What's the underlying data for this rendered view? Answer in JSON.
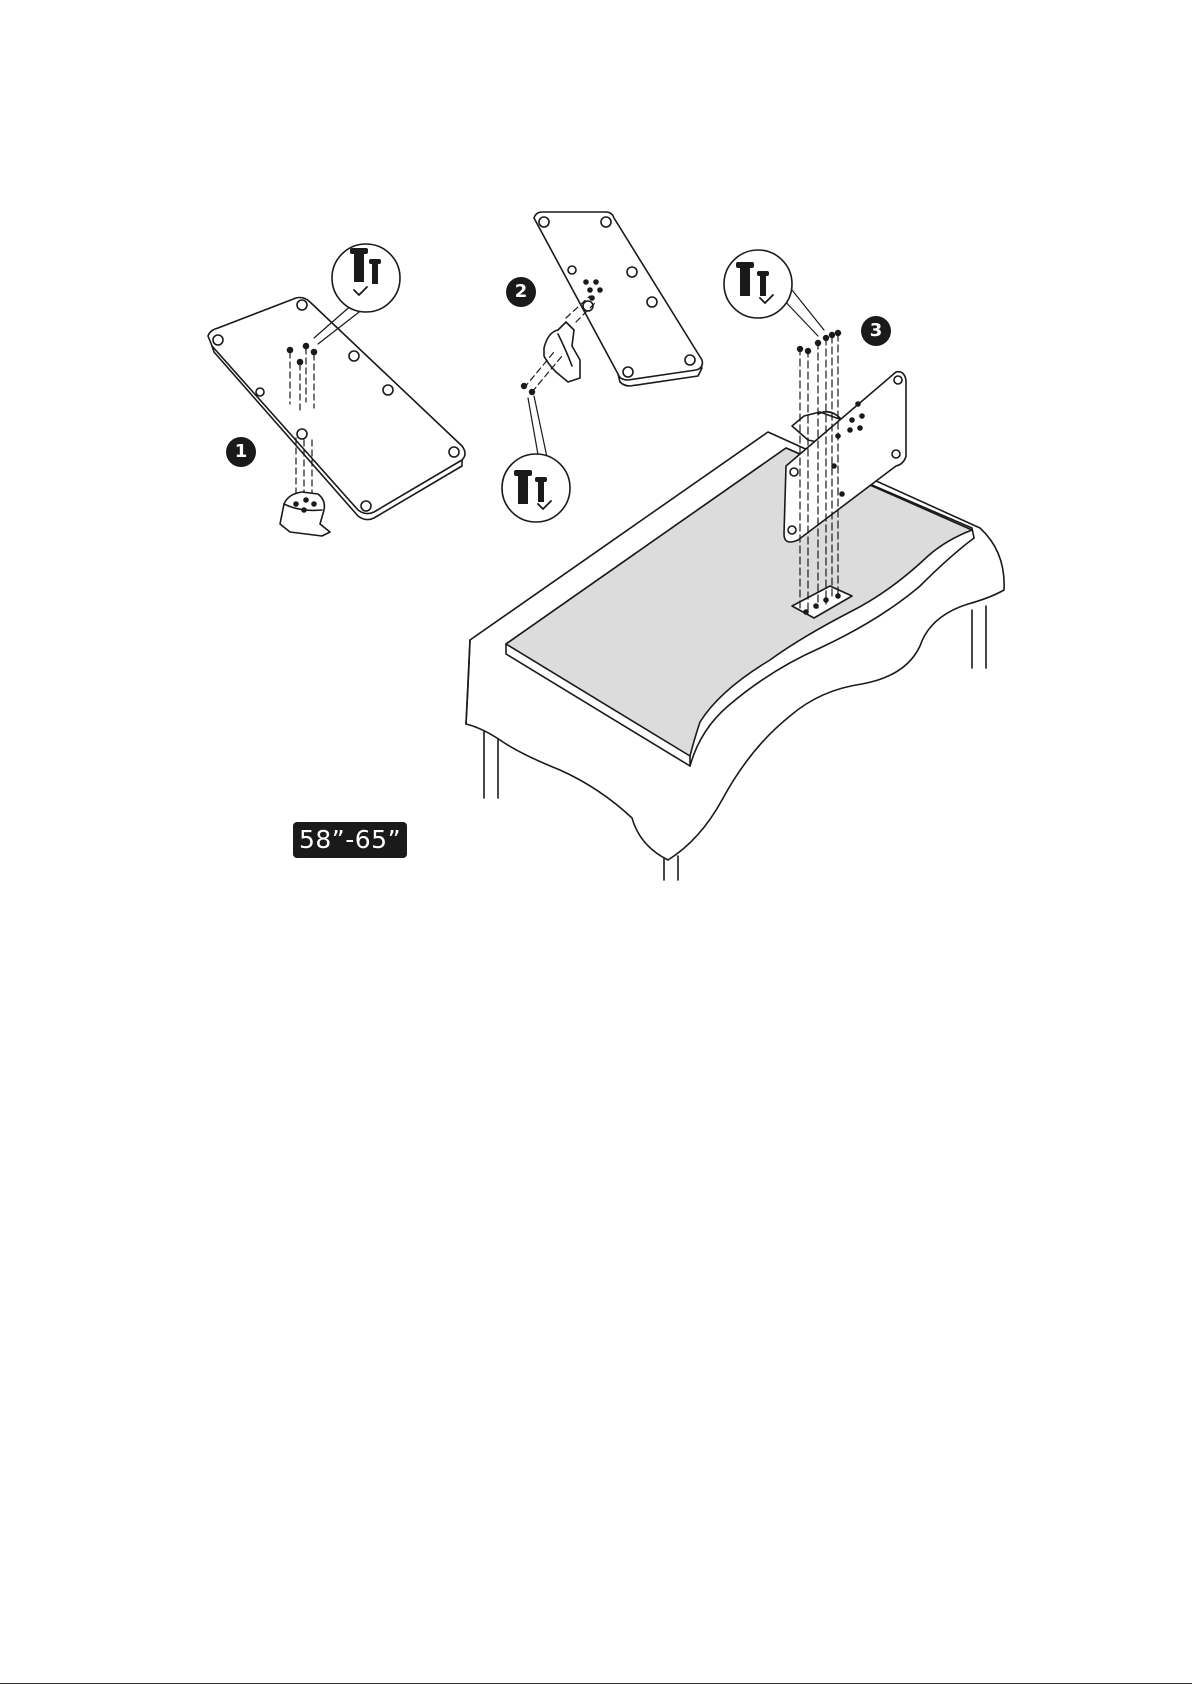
{
  "steps": [
    {
      "number": "1"
    },
    {
      "number": "2"
    },
    {
      "number": "3"
    }
  ],
  "size_label": "58”-65”",
  "icons": [
    "screw-detail-icon",
    "check-icon",
    "tv-stand-base",
    "stand-neck",
    "tv-panel",
    "table"
  ],
  "colors": {
    "line": "#1a1a1a",
    "screen_fill": "#dcdcdc",
    "badge_bg": "#1a1a1a"
  }
}
